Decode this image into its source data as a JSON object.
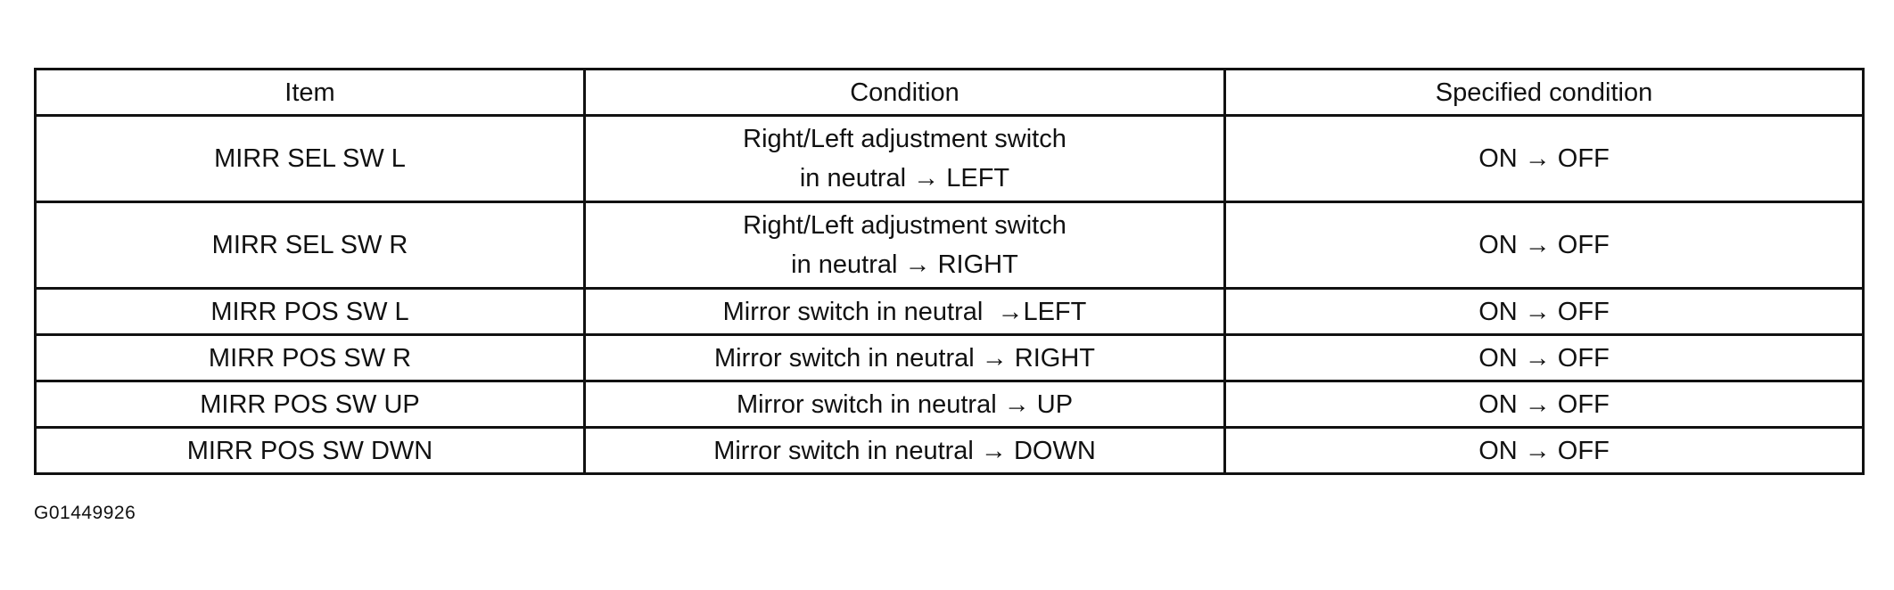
{
  "table": {
    "headers": {
      "item": "Item",
      "condition": "Condition",
      "specified": "Specified condition"
    },
    "rows": [
      {
        "item": "MIRR SEL SW L",
        "condition_line1": "Right/Left adjustment switch",
        "condition_line2": "in neutral → LEFT",
        "specified": "ON → OFF"
      },
      {
        "item": "MIRR SEL SW R",
        "condition_line1": "Right/Left adjustment switch",
        "condition_line2": "in neutral → RIGHT",
        "specified": "ON → OFF"
      },
      {
        "item": "MIRR POS SW L",
        "condition": "Mirror switch in neutral  →LEFT",
        "specified": "ON → OFF"
      },
      {
        "item": "MIRR POS SW R",
        "condition": "Mirror switch in neutral → RIGHT",
        "specified": "ON → OFF"
      },
      {
        "item": "MIRR POS SW UP",
        "condition": "Mirror switch in neutral → UP",
        "specified": "ON → OFF"
      },
      {
        "item": "MIRR POS SW DWN",
        "condition": "Mirror switch in neutral → DOWN",
        "specified": "ON → OFF"
      }
    ]
  },
  "figure_code": "G01449926",
  "colors": {
    "text": "#111111",
    "border": "#111111",
    "background": "#ffffff"
  }
}
